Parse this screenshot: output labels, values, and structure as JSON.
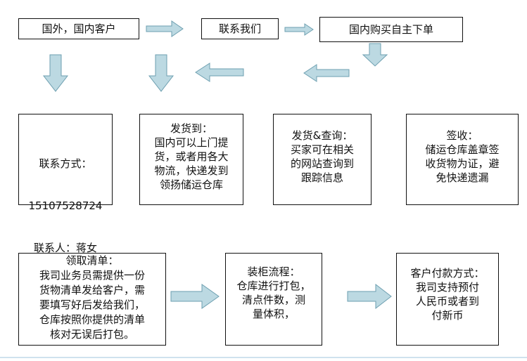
{
  "diagram": {
    "row1": {
      "box_a": "国外，国内客户",
      "box_b": "联系我们",
      "box_c": "国内购买自主下单"
    },
    "row2": {
      "contact": {
        "title": "联系方式：",
        "phone": "15107528724",
        "person": "联系人：蒋女\n士"
      },
      "shipping": "发货到：\n国内可以上门提\n货，或者用各大\n物流，快递发到\n领扬储运仓库",
      "tracking": "发货&查询：\n买家可在相关\n的网站查询到\n跟踪信息",
      "receipt": "签收：\n储运仓库盖章签\n收货物为证，避\n免快递遗漏"
    },
    "row3": {
      "packing_list": "领取清单：\n我司业务员需提供一份\n货物清单发给客户，需\n要填写好后发给我们，\n仓库按照你提供的清单\n核对无误后打包。",
      "loading": "装柜流程：\n仓库进行打包，\n清点件数，测\n量体积，",
      "payment": "客户付款方式：\n我司支持预付\n人民币或者到\n付新币"
    },
    "colors": {
      "arrow_fill": "#bcd9e2",
      "arrow_stroke": "#6d9fb0",
      "border": "#111111"
    }
  }
}
